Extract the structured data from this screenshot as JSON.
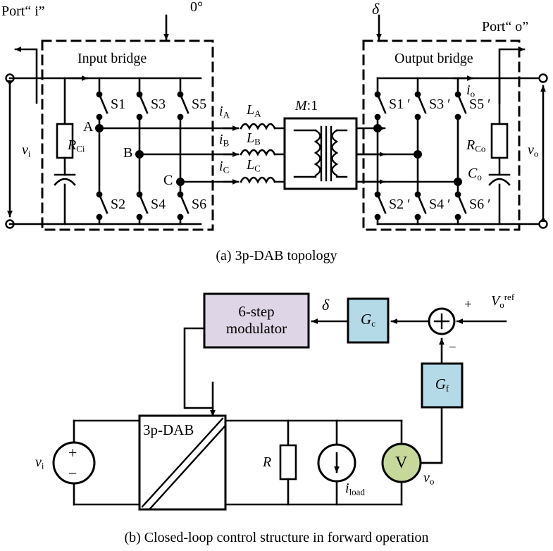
{
  "figure": {
    "caption_a": "(a) 3p-DAB topology",
    "caption_b": "(b) Closed-loop control structure in forward operation"
  },
  "topology": {
    "port_in_label": "Port“ i”",
    "port_out_label": "Port“ o”",
    "input_bridge_label": "Input bridge",
    "output_bridge_label": "Output bridge",
    "phase_shift_in": "0°",
    "phase_shift_out": "δ",
    "v_in": "v",
    "v_in_sub": "i",
    "v_out": "v",
    "v_out_sub": "o",
    "input_switches_top": [
      "S1",
      "S3",
      "S5"
    ],
    "input_switches_bottom": [
      "S2",
      "S4",
      "S6"
    ],
    "output_switches_top": [
      "S1 ′",
      "S3 ′",
      "S5 ′"
    ],
    "output_switches_bottom": [
      "S2 ′",
      "S4 ′",
      "S6 ′"
    ],
    "nodes": [
      "A",
      "B",
      "C"
    ],
    "input_cap_res": "R",
    "input_cap_res_sub": "Ci",
    "output_cap_res": "R",
    "output_cap_res_sub": "Co",
    "output_cap": "C",
    "output_cap_sub": "o",
    "currents": [
      {
        "sym": "i",
        "sub": "A"
      },
      {
        "sym": "i",
        "sub": "B"
      },
      {
        "sym": "i",
        "sub": "C"
      }
    ],
    "inductors": [
      {
        "sym": "L",
        "sub": "A"
      },
      {
        "sym": "L",
        "sub": "B"
      },
      {
        "sym": "L",
        "sub": "C"
      }
    ],
    "output_current": {
      "sym": "i",
      "sub": "o"
    },
    "transformer_ratio": "M",
    "transformer_ratio_rest": ":1"
  },
  "control": {
    "modulator_line1": "6-step",
    "modulator_line2": "modulator",
    "modulator_color": "#ded6e6",
    "controller_label": "G",
    "controller_sub": "c",
    "controller_color": "#b4dae8",
    "feedback_label": "G",
    "feedback_sub": "f",
    "feedback_color": "#b4dae8",
    "delta_label": "δ",
    "sum_plus": "+",
    "sum_minus": "−",
    "sum_symbol": "+",
    "reference_label": "V",
    "reference_sub": "o",
    "reference_sup": "ref",
    "converter_label": "3p-DAB",
    "source_label": "v",
    "source_sub": "i",
    "source_plus": "+",
    "source_minus": "−",
    "resistor_label": "R",
    "current_source_label": "i",
    "current_source_sub": "load",
    "voltmeter_label": "V",
    "voltmeter_color": "#c6d99a",
    "output_label": "v",
    "output_sub": "o"
  }
}
